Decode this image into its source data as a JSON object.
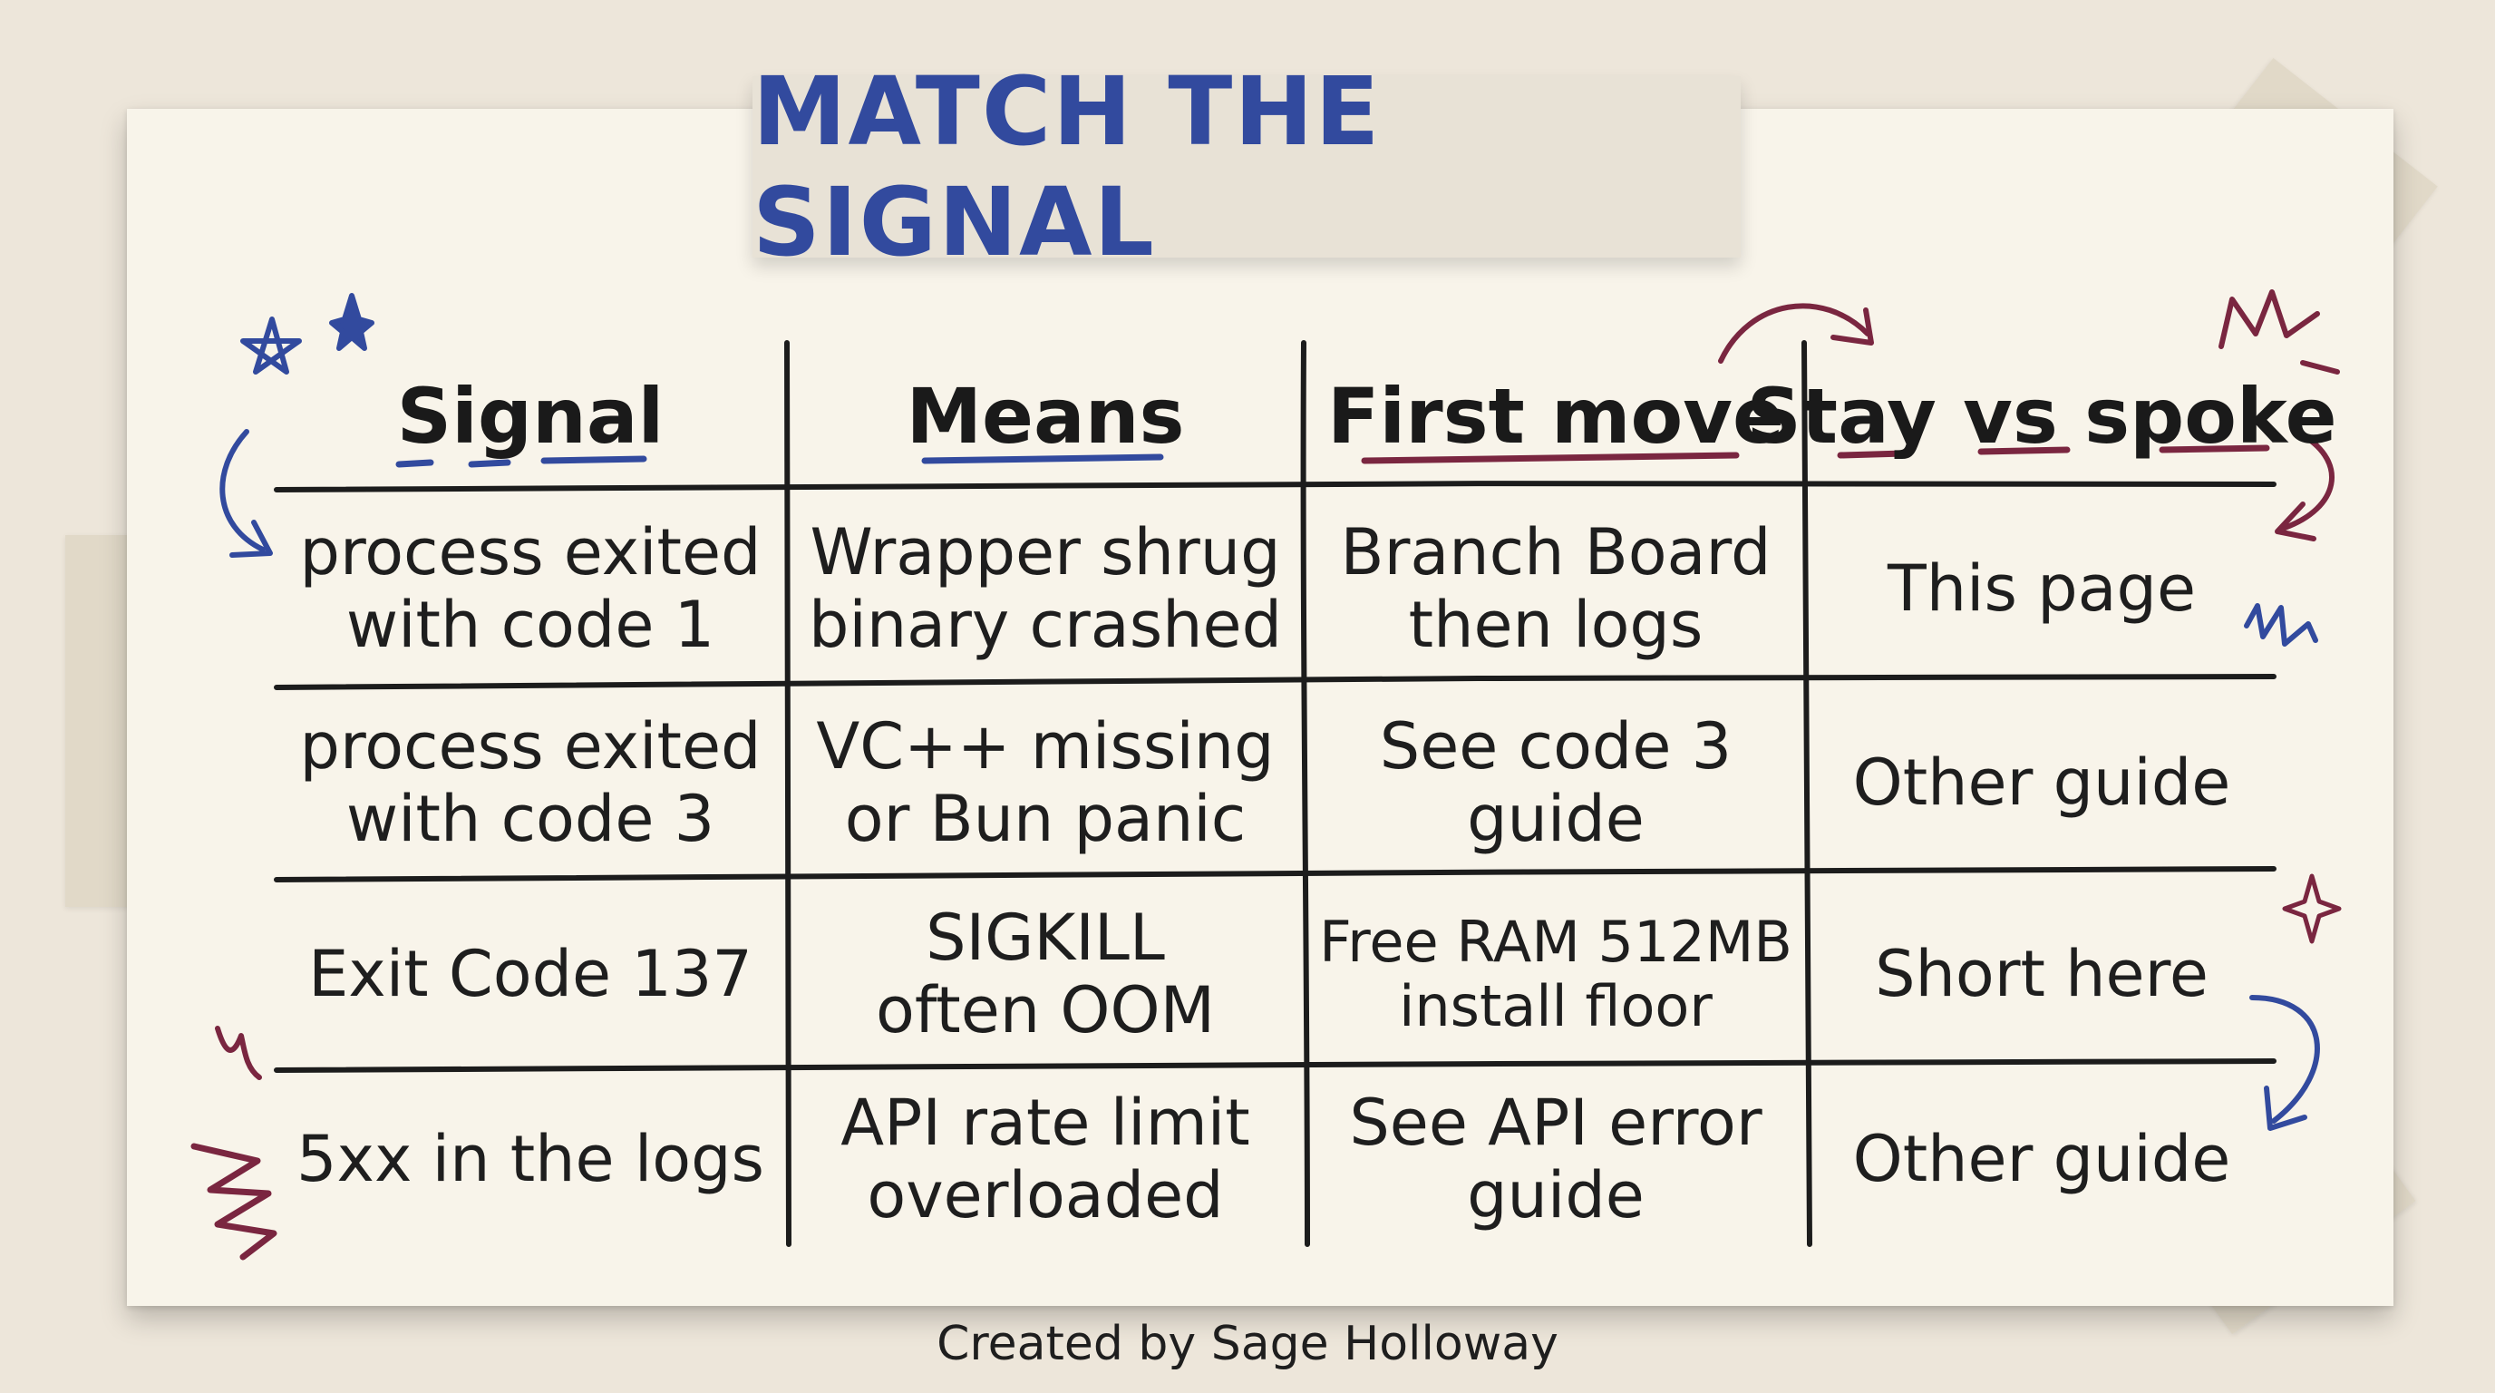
{
  "title": "MATCH THE SIGNAL",
  "headers": [
    "Signal",
    "Means",
    "First move",
    "Stay vs spoke"
  ],
  "rows": [
    [
      [
        "process exited",
        "with code 1"
      ],
      [
        "Wrapper shrug",
        "binary crashed"
      ],
      [
        "Branch Board",
        "then logs"
      ],
      [
        "This page"
      ]
    ],
    [
      [
        "process exited",
        "with code 3"
      ],
      [
        "VC++ missing",
        "or Bun panic"
      ],
      [
        "See code 3",
        "guide"
      ],
      [
        "Other guide"
      ]
    ],
    [
      [
        "Exit Code 137"
      ],
      [
        "SIGKILL",
        "often OOM"
      ],
      [
        "Free RAM 512MB",
        "install floor"
      ],
      [
        "Short here"
      ]
    ],
    [
      [
        "5xx in the logs"
      ],
      [
        "API rate limit",
        "overloaded"
      ],
      [
        "See API error",
        "guide"
      ],
      [
        "Other guide"
      ]
    ]
  ],
  "credit": "Created by Sage Holloway",
  "colors": {
    "background": "#ede6da",
    "paper": "#f8f4ea",
    "title": "#324a9e",
    "ink": "#1e1e1e",
    "blue_accent": "#324a9e",
    "red_accent": "#7a2640"
  }
}
